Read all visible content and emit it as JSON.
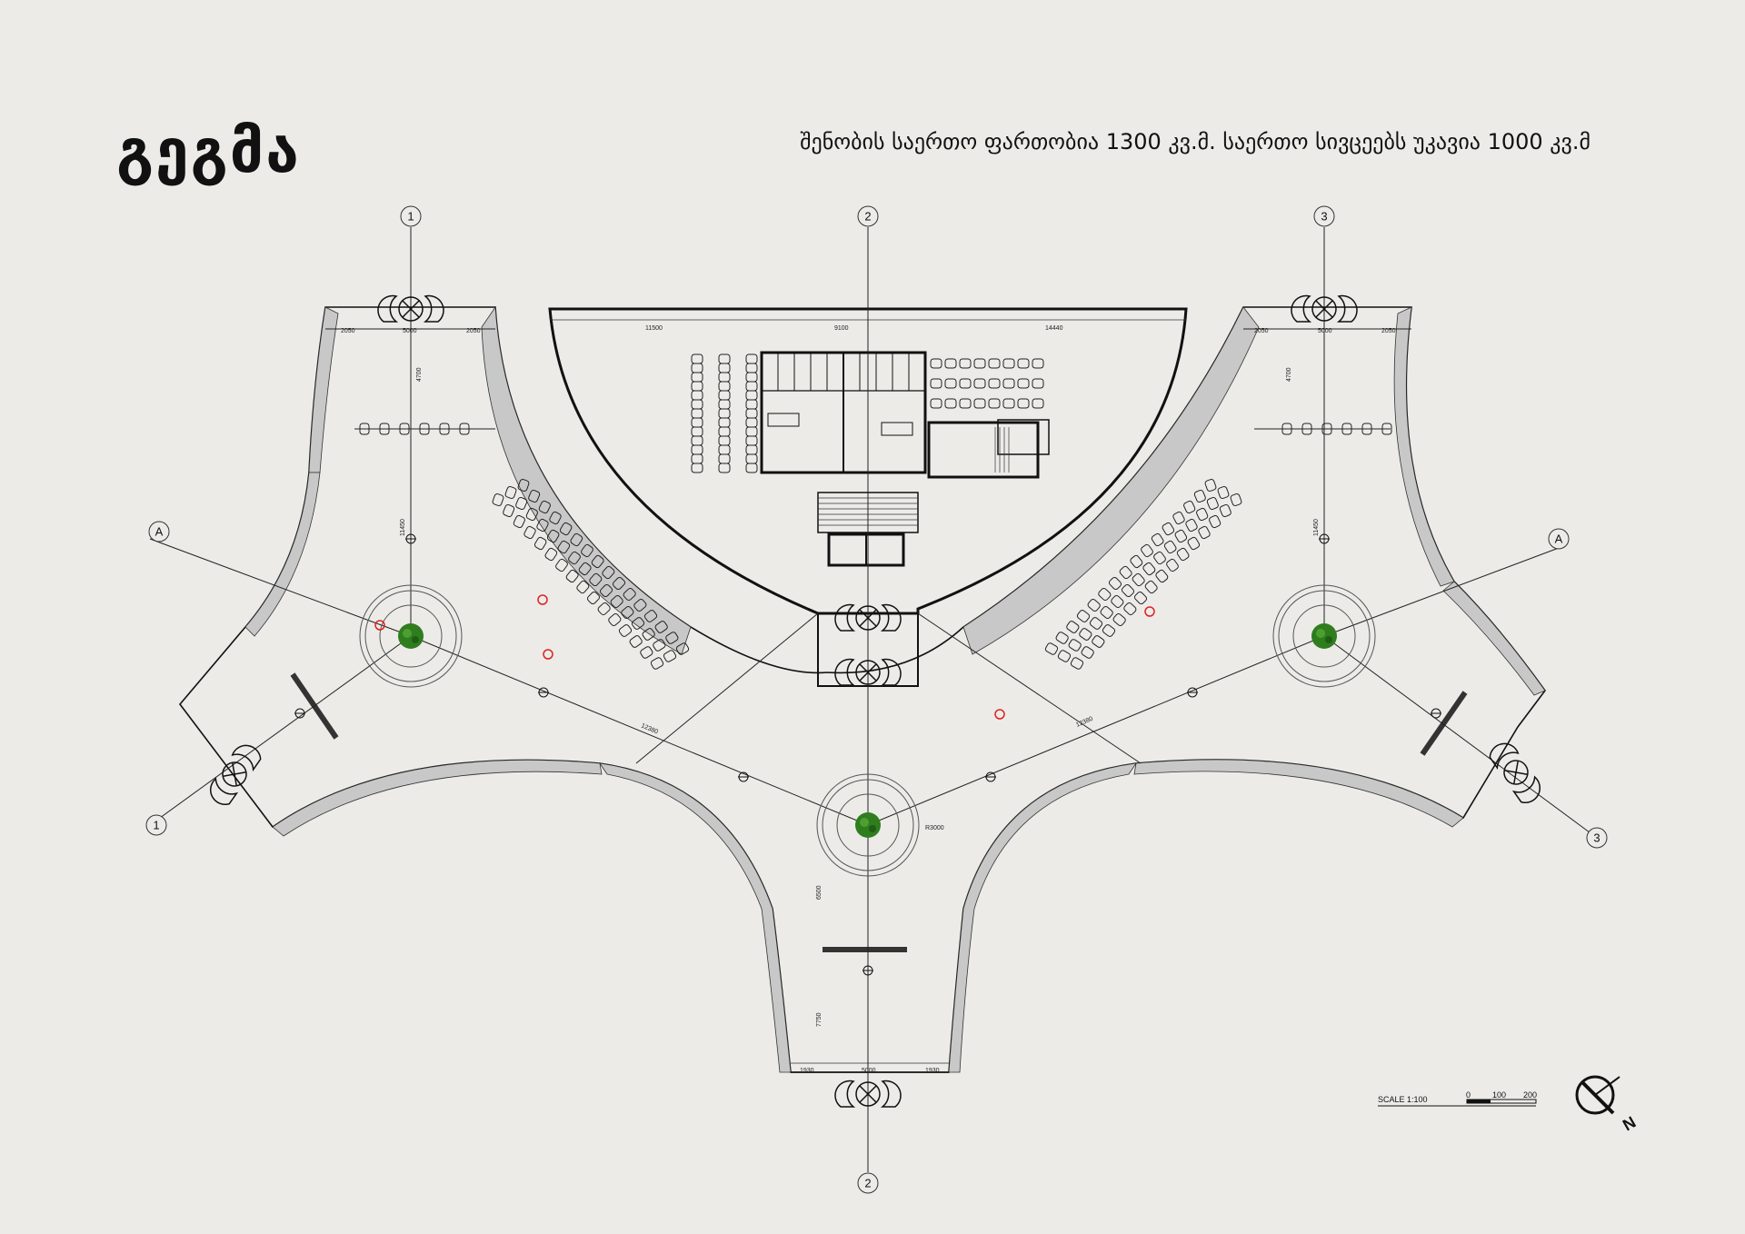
{
  "header": {
    "title": "გეგმა",
    "subtitle": "შენობის საერთო ფართობია 1300 კვ.მ. საერთო სივცეებს უკავია 1000 კვ.მ"
  },
  "grid_axes": {
    "axis_1_top": "1",
    "axis_2_top": "2",
    "axis_3_top": "3",
    "axis_a_left": "A",
    "axis_a_right": "A",
    "axis_1_bottom": "1",
    "axis_2_bottom": "2",
    "axis_3_bottom": "3"
  },
  "dimensions": {
    "left_wing_left": "2050",
    "left_wing_mid": "5000",
    "left_wing_right": "2050",
    "right_wing_left": "2050",
    "right_wing_mid": "5000",
    "right_wing_right": "2050",
    "top_left": "11500",
    "top_mid": "9100",
    "top_right": "14440",
    "bottom_left": "1930",
    "bottom_mid": "5000",
    "bottom_right": "1930",
    "left_vertical": "11450",
    "right_vertical": "11450",
    "left_diag": "12380",
    "right_diag": "12380",
    "center_radius": "R3000",
    "left_height": "4700",
    "right_height": "4700",
    "center_bottom_a": "6500",
    "center_bottom_b": "7750"
  },
  "scale": {
    "label": "SCALE 1:100",
    "tick_0": "0",
    "tick_100": "100",
    "tick_200": "200"
  },
  "north": {
    "label": "N"
  }
}
